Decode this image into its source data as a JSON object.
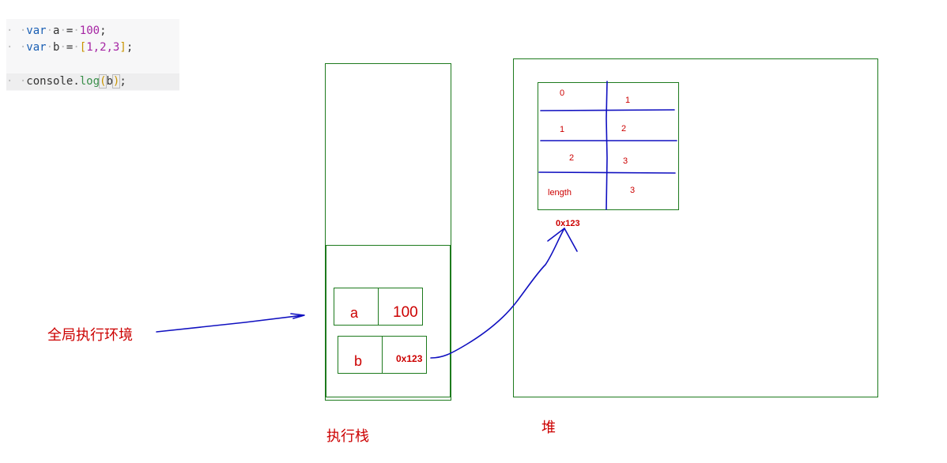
{
  "code": {
    "line1": {
      "keyword": "var",
      "name": "a",
      "op": "=",
      "value": "100",
      "end": ";"
    },
    "line2": {
      "keyword": "var",
      "name": "b",
      "op": "=",
      "open": "[",
      "items": "1,2,3",
      "close": "]",
      "end": ";"
    },
    "line3": {
      "object": "console",
      "dot": ".",
      "method": "log",
      "open": "(",
      "arg": "b",
      "close": ")",
      "end": ";"
    }
  },
  "labels": {
    "global_env": "全局执行环境",
    "stack": "执行栈",
    "heap": "堆"
  },
  "stack_vars": [
    {
      "name": "a",
      "value": "100"
    },
    {
      "name": "b",
      "value": "0x123"
    }
  ],
  "heap_table": {
    "rows": [
      {
        "key": "0",
        "value": "1"
      },
      {
        "key": "1",
        "value": "2"
      },
      {
        "key": "2",
        "value": "3"
      },
      {
        "key": "length",
        "value": "3"
      }
    ],
    "address": "0x123"
  },
  "colors": {
    "border": "#1d7a1d",
    "text": "#cc0000",
    "ink": "#1010c0"
  }
}
